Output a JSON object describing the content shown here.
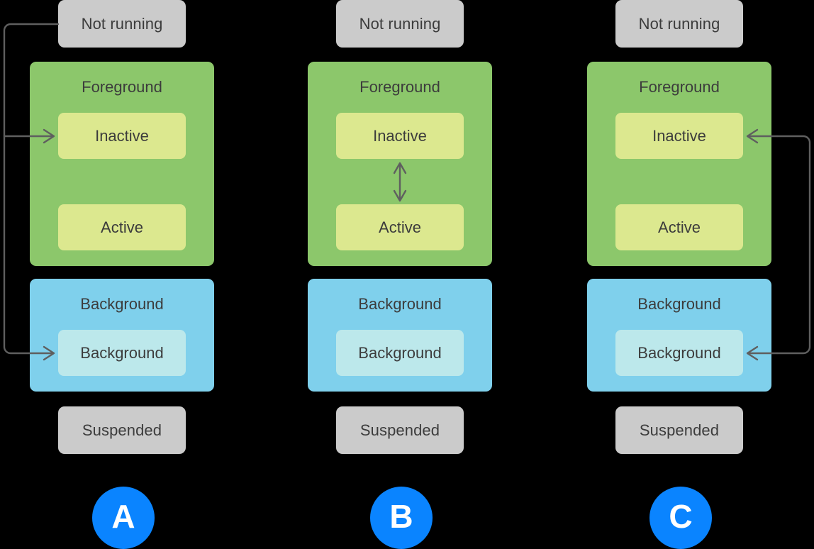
{
  "diagram": {
    "title": "iOS app execution state transitions",
    "background_color": "#000000",
    "colors": {
      "gray_box": "#cbcbcb",
      "foreground_group": "#8cc76b",
      "foreground_state": "#dce88f",
      "background_group": "#7fd0ec",
      "background_state": "#bce8eb",
      "badge": "#0a84ff",
      "text": "#3c3c3c",
      "arrow": "#5f5f5f"
    },
    "panels": [
      {
        "badge_label": "A",
        "not_running_label": "Not running",
        "foreground_label": "Foreground",
        "inactive_label": "Inactive",
        "active_label": "Active",
        "background_group_label": "Background",
        "background_state_label": "Background",
        "suspended_label": "Suspended",
        "transition": "launch-from-not-running-to-inactive-and-background"
      },
      {
        "badge_label": "B",
        "not_running_label": "Not running",
        "foreground_label": "Foreground",
        "inactive_label": "Inactive",
        "active_label": "Active",
        "background_group_label": "Background",
        "background_state_label": "Background",
        "suspended_label": "Suspended",
        "transition": "inactive-active-bidirectional"
      },
      {
        "badge_label": "C",
        "not_running_label": "Not running",
        "foreground_label": "Foreground",
        "inactive_label": "Inactive",
        "active_label": "Active",
        "background_group_label": "Background",
        "background_state_label": "Background",
        "suspended_label": "Suspended",
        "transition": "return-to-inactive-and-background"
      }
    ]
  }
}
